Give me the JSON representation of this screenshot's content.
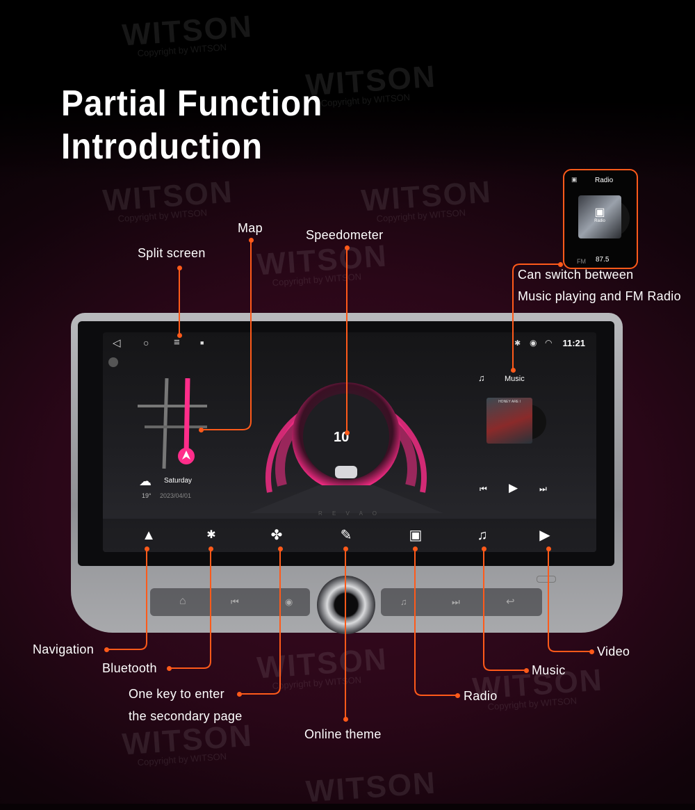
{
  "title": {
    "line1": "Partial Function",
    "line2": "Introduction"
  },
  "watermark": {
    "brand": "WITSON",
    "sub": "Copyright by WITSON"
  },
  "callouts": {
    "split_screen": "Split screen",
    "map": "Map",
    "speedometer": "Speedometer",
    "radio_switch_line1": "Can switch between",
    "radio_switch_line2": "Music playing and FM Radio",
    "navigation": "Navigation",
    "bluetooth": "Bluetooth",
    "secondary_line1": "One key to enter",
    "secondary_line2": "the secondary page",
    "online_theme": "Online theme",
    "radio": "Radio",
    "music": "Music",
    "video": "Video"
  },
  "popup": {
    "title": "Radio",
    "band": "FM",
    "frequency": "87.5",
    "art_caption": "Radio"
  },
  "screen": {
    "clock": "11:21",
    "speed": "10",
    "weather": {
      "day": "Saturday",
      "temp": "19°",
      "date": "2023/04/01"
    },
    "music_label": "Music",
    "album_caption": "HONEY ARE I",
    "dash_brand": "R E V A O"
  },
  "colors": {
    "accent": "#ff5a1a",
    "gauge": "#ff2d8a"
  }
}
